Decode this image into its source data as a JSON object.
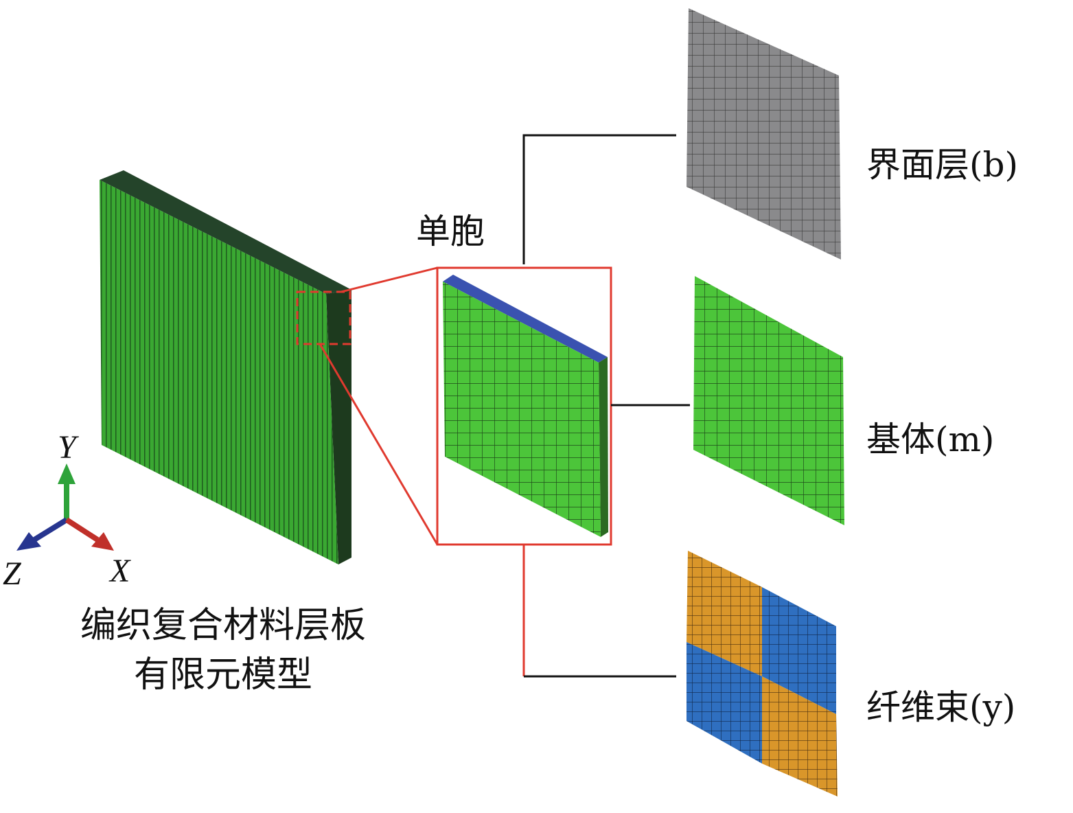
{
  "labels": {
    "unit_cell": "单胞",
    "interface": "界面层(b)",
    "matrix": "基体(m)",
    "fiber_bundle": "纤维束(y)",
    "model_title_line1": "编织复合材料层板",
    "model_title_line2": "有限元模型"
  },
  "axes": {
    "y": "Y",
    "z": "Z",
    "x": "X"
  },
  "colors": {
    "laminate_green": "#3aa832",
    "laminate_side": "#1d3a1e",
    "matrix_green": "#4cc53a",
    "interface_gray": "#8a8a8c",
    "fiber_orange": "#d9962a",
    "fiber_blue": "#2f6fc0",
    "highlight_red": "#e03a2f",
    "axis_x": "#c0302a",
    "axis_y": "#2ea33a",
    "axis_z": "#27358f"
  }
}
